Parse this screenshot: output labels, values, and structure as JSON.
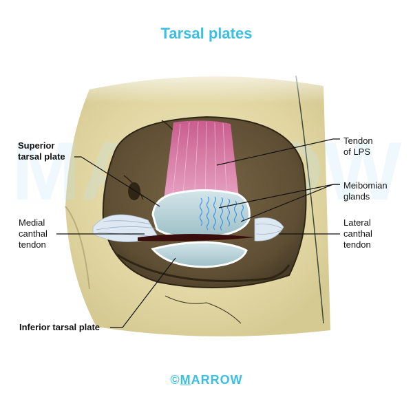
{
  "title": "Tarsal plates",
  "labels": {
    "superior_line1": "Superior",
    "superior_line2": "tarsal plate",
    "medial_line1": "Medial",
    "medial_line2": "canthal",
    "medial_line3": "tendon",
    "inferior": "Inferior tarsal plate",
    "lps_line1": "Tendon",
    "lps_line2": "of LPS",
    "meibomian_line1": "Meibomian",
    "meibomian_line2": "glands",
    "lateral_line1": "Lateral",
    "lateral_line2": "canthal",
    "lateral_line3": "tendon"
  },
  "footer": {
    "copyright": "©",
    "brand_underlined": "M",
    "brand_rest": "ARROW"
  },
  "watermark": "MARROW",
  "colors": {
    "accent": "#3bbfe3",
    "bone": "#e3d9a6",
    "orbit_dark": "#6b5a3c",
    "tarsal_plate": "#b9d3d8",
    "muscle": "#d77fa8",
    "glands": "#4f9fe6",
    "tendon": "#dde8f2"
  }
}
